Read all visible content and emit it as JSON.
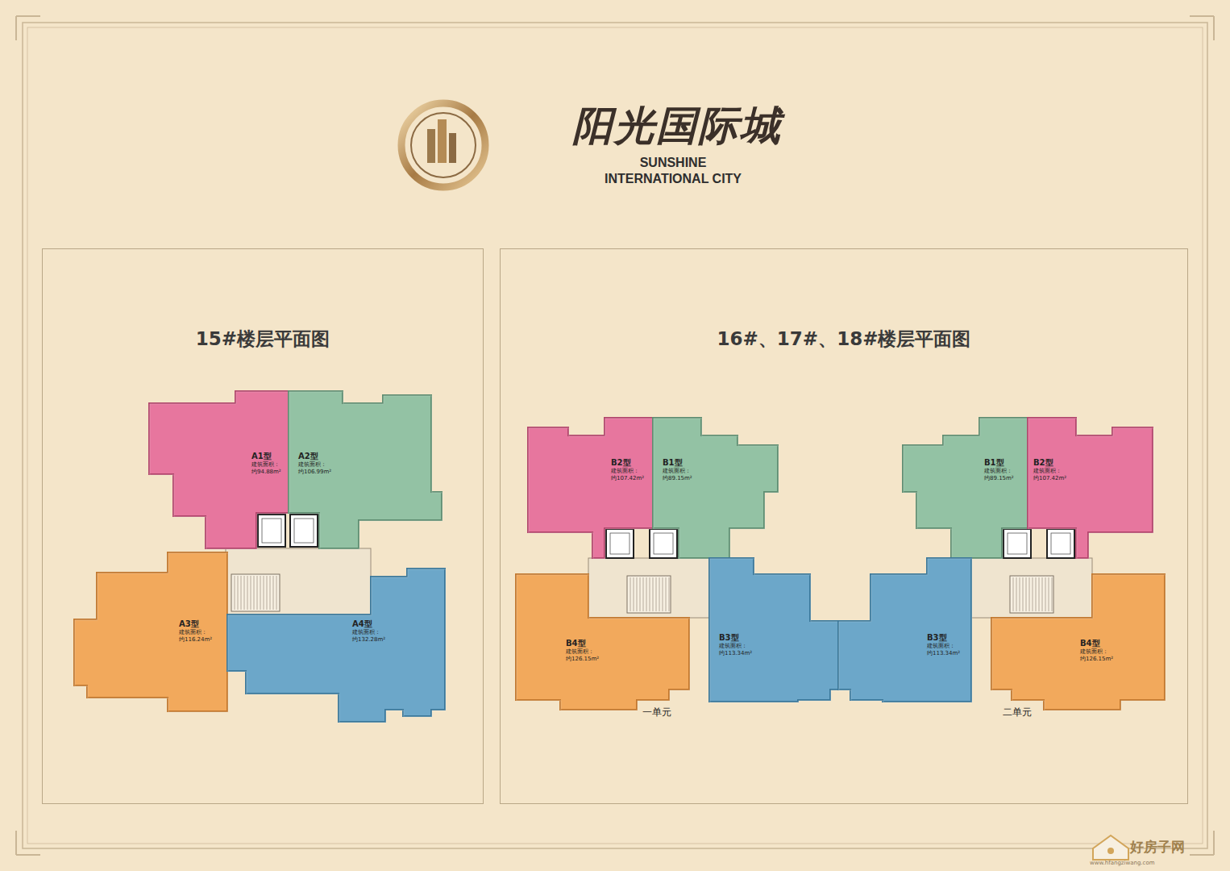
{
  "diagram": {
    "title": "阳光国际城",
    "nodes": [
      {
        "text": [
          "15#楼层平面图"
        ]
      },
      {
        "text": [
          "A1型",
          "建筑面积：",
          "约94.88m²"
        ],
        "in": 0
      },
      {
        "text": [
          "A2型",
          "建筑面积：",
          "约106.99m²"
        ],
        "in": 0
      },
      {
        "text": [
          "A3型",
          "建筑面积：",
          "约116.24m²"
        ],
        "in": 0
      },
      {
        "text": [
          "A4型",
          "建筑面积：",
          "约132.28m²"
        ],
        "in": 0
      },
      {
        "text": [
          "16#、17#、18#楼层平面图"
        ]
      },
      {
        "text": [
          "B2型",
          "建筑面积：",
          "约107.42m²"
        ],
        "in": 5
      },
      {
        "text": [
          "B1型",
          "建筑面积：",
          "约89.15m²"
        ],
        "in": 5
      },
      {
        "text": [
          "B1型",
          "建筑面积：",
          "约89.15m²"
        ],
        "in": 5
      },
      {
        "text": [
          "B2型",
          "建筑面积：",
          "约107.42m²"
        ],
        "in": 5
      },
      {
        "text": [
          "B4型",
          "建筑面积：",
          "约126.15m²"
        ],
        "in": 5
      },
      {
        "text": [
          "B3型",
          "建筑面积：",
          "约113.34m²"
        ],
        "in": 5
      },
      {
        "text": [
          "B3型",
          "建筑面积：",
          "约113.34m²"
        ],
        "in": 5
      },
      {
        "text": [
          "B4型",
          "建筑面积：",
          "约126.15m²"
        ],
        "in": 5
      }
    ],
    "labels": [
      "SUNSHINE INTERNATIONAL CITY",
      "一单元",
      "二单元",
      "好房子网",
      "www.hfangziwang.com"
    ]
  }
}
